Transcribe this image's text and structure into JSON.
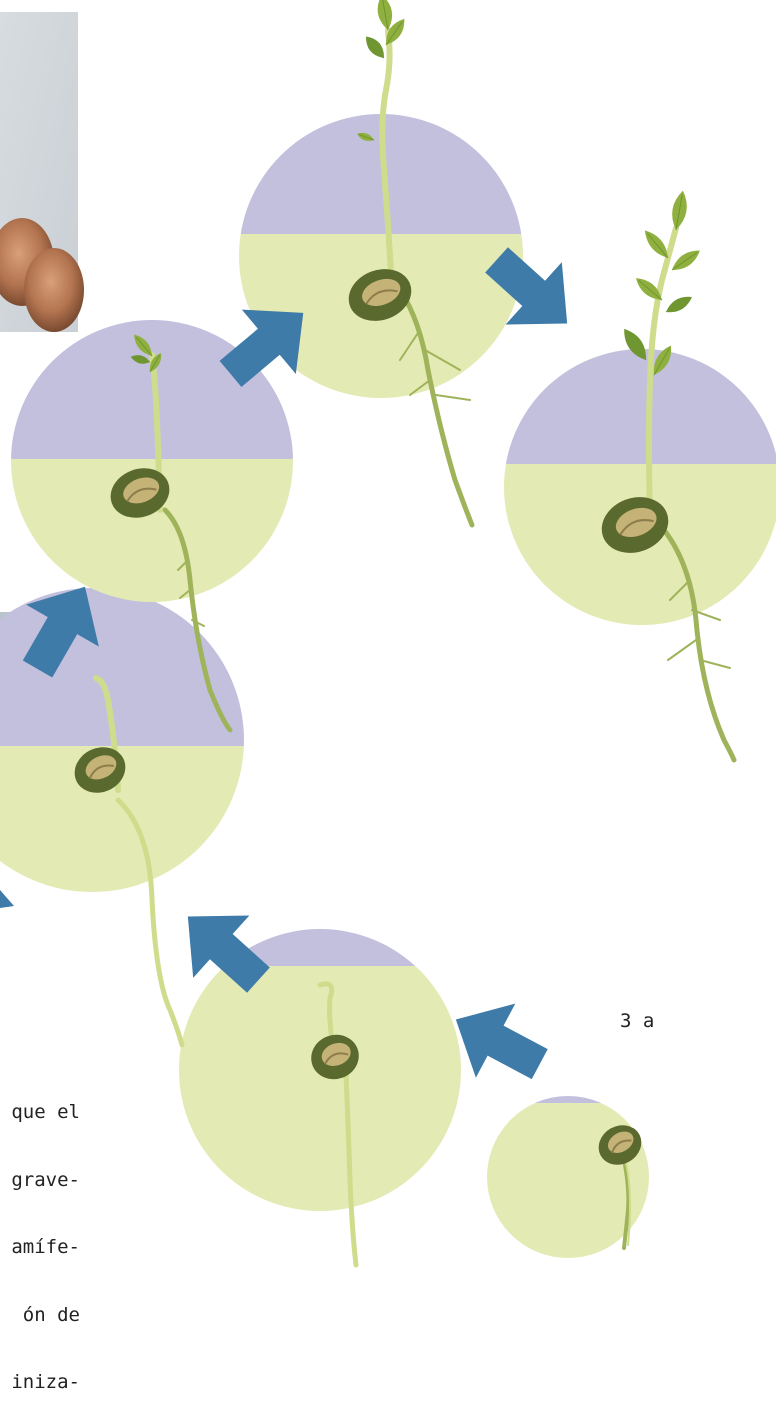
{
  "colors": {
    "soil": "#e4eab3",
    "air": "#c3c0de",
    "arrow": "#3f7ba9",
    "stem_light": "#cfdc8c",
    "stem_dark": "#9fb45a",
    "leaf": "#8fb03f",
    "leaf_dark": "#6f9630",
    "seed_dark": "#5a6a2e",
    "seed_inner": "#c4b277"
  },
  "cut_text": {
    "fragment_a": "3 a",
    "fragment_b_lines": [
      "que el",
      "grave-",
      "amífe-",
      "ón de",
      "iniza-"
    ]
  },
  "icons": {
    "stage_marker": "germination-stage-icon",
    "flow": "arrow-icon"
  }
}
